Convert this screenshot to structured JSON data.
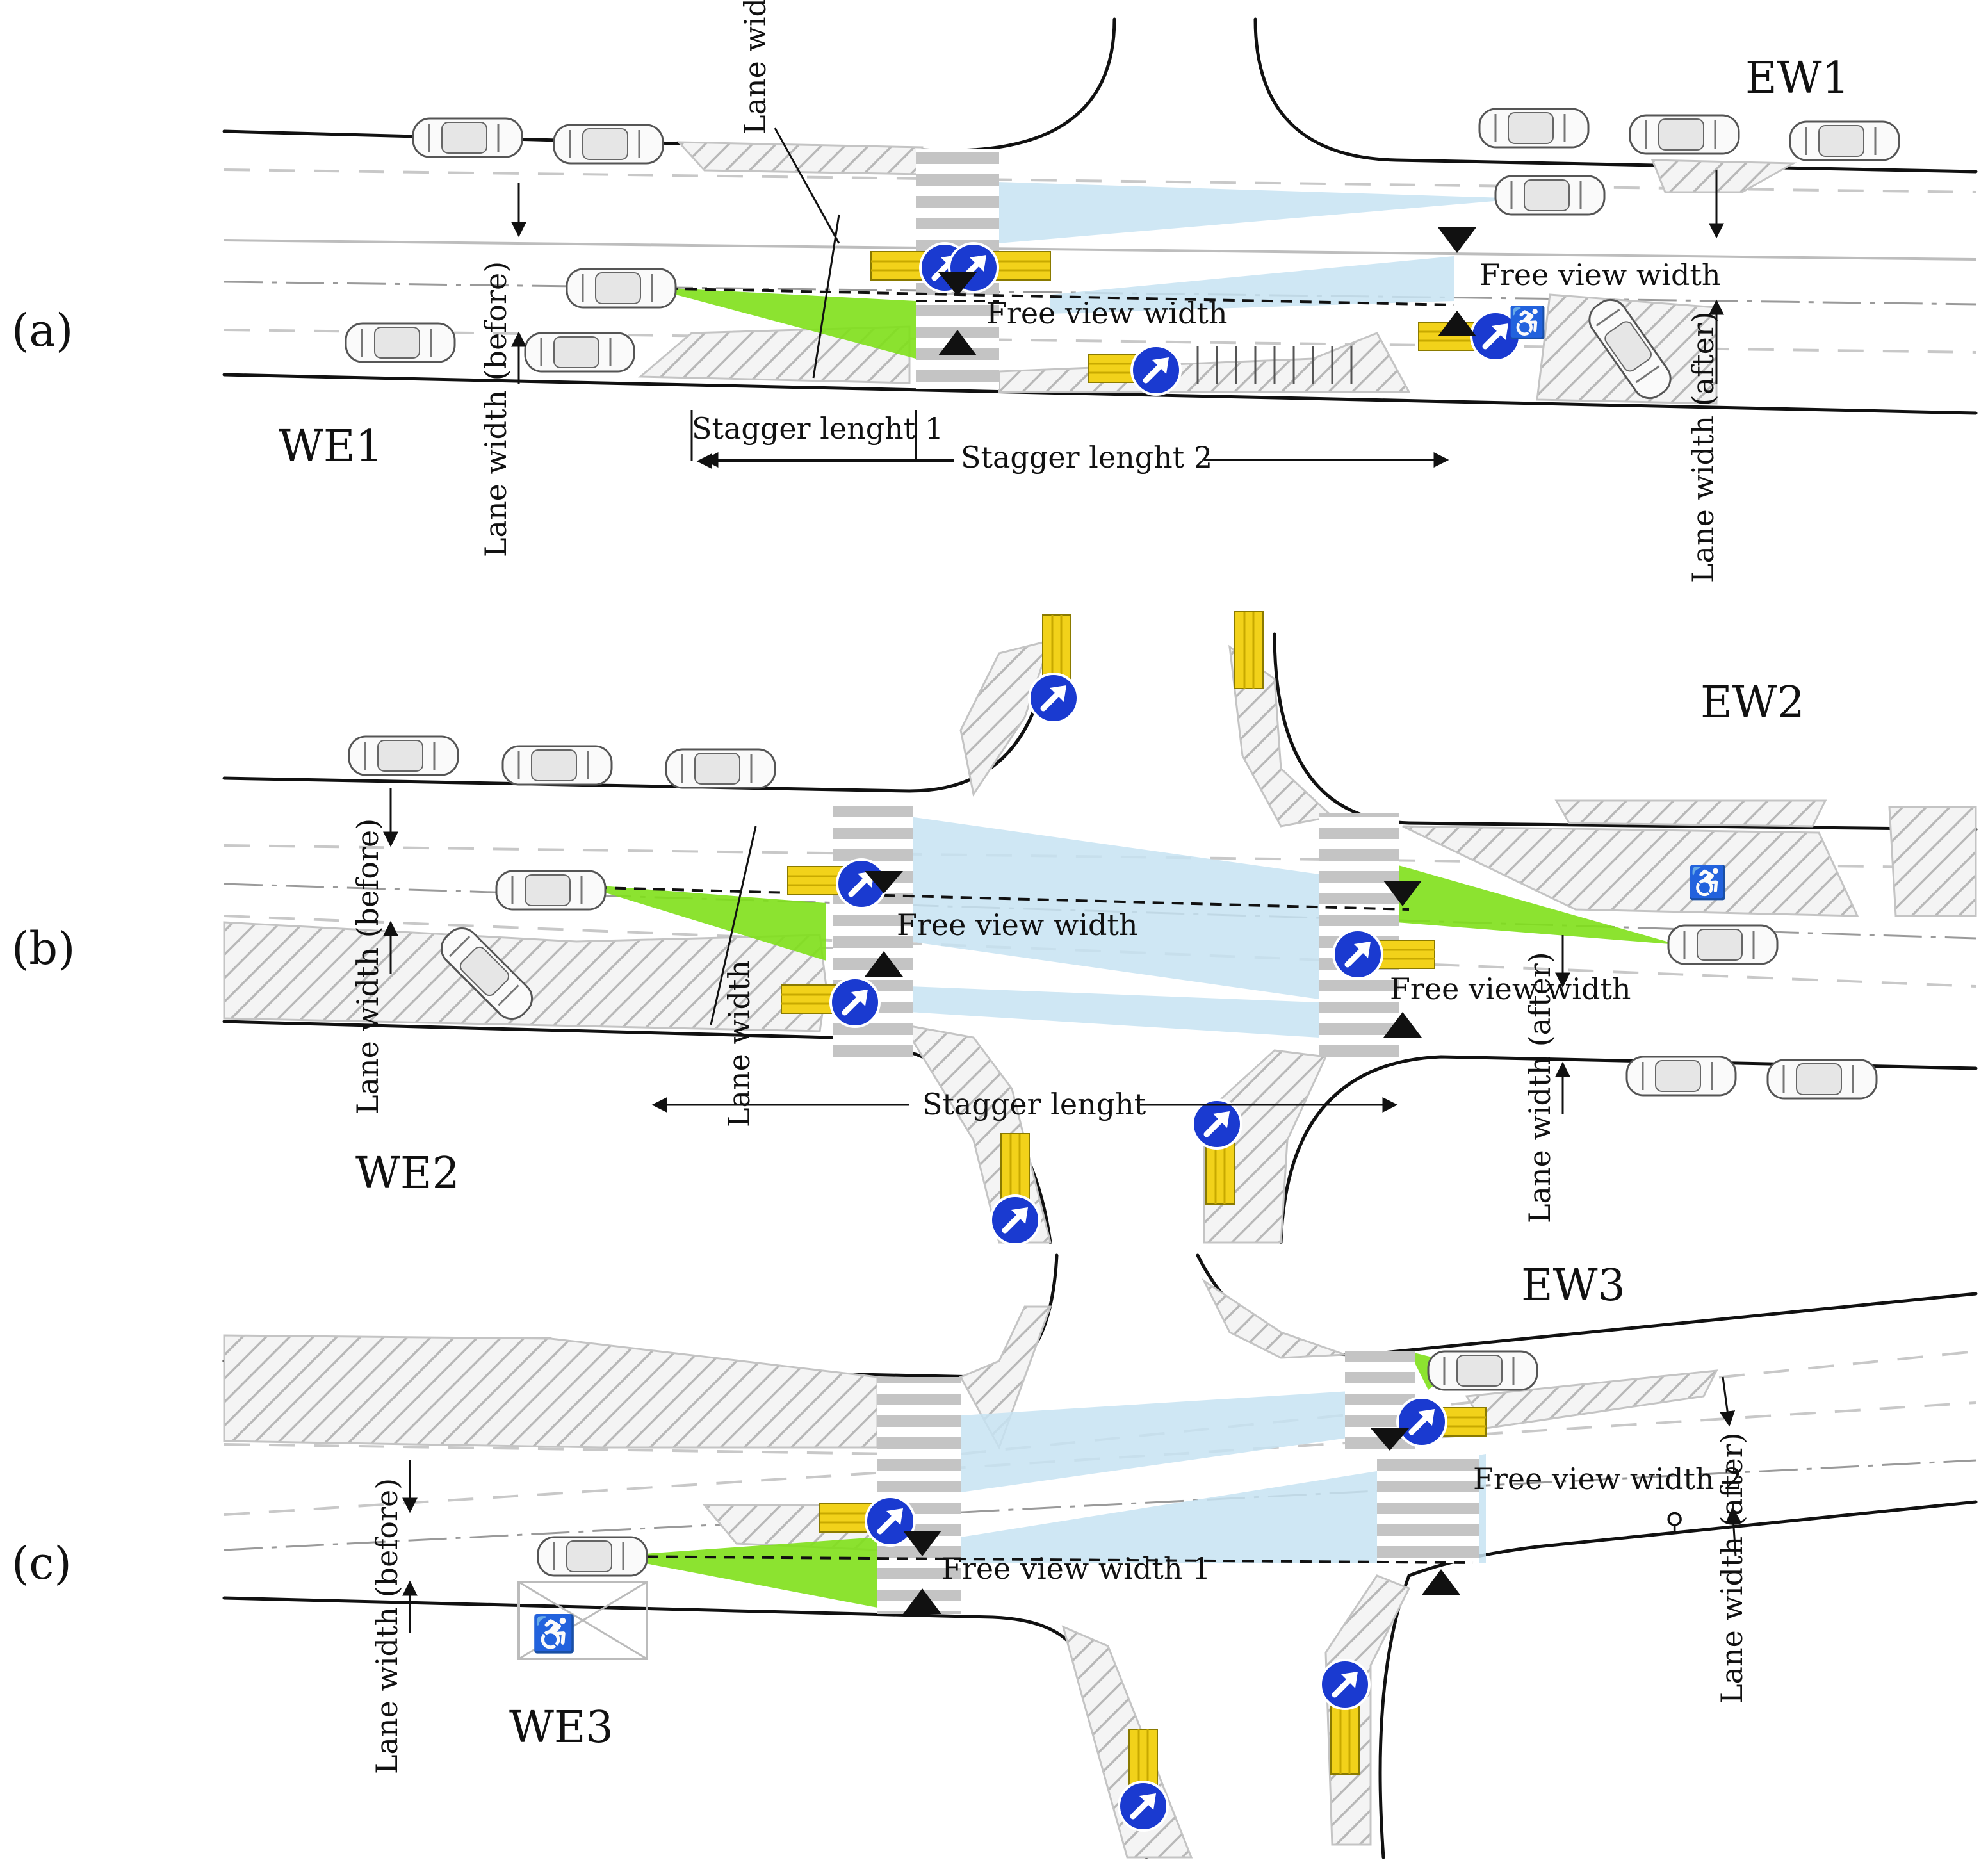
{
  "panels": [
    {
      "letter": "(a)",
      "approach_left": "WE1",
      "approach_right": "EW1",
      "labels": {
        "lane_width": "Lane width",
        "free_view_width_upper": "Free view width",
        "free_view_width_lower": "Free view width",
        "stagger_1": "Stagger lenght 1",
        "stagger_2": "Stagger lenght 2",
        "lane_width_before": "Lane width (before)",
        "lane_width_after": "Lane width (after)"
      }
    },
    {
      "letter": "(b)",
      "approach_left": "WE2",
      "approach_right": "EW2",
      "labels": {
        "free_view_width_upper": "Free view width",
        "free_view_width_lower": "Free view width",
        "lane_width": "Lane width",
        "stagger": "Stagger lenght",
        "lane_width_before": "Lane width (before)",
        "lane_width_after": "Lane width (after)"
      }
    },
    {
      "letter": "(c)",
      "approach_left": "WE3",
      "approach_right": "EW3",
      "labels": {
        "free_view_width_1": "Free view width 1",
        "free_view_width_2": "Free view width 2",
        "lane_width_before": "Lane width (before)",
        "lane_width_after": "Lane width (after)"
      }
    }
  ],
  "colors": {
    "sight_triangle": "#7fe01a",
    "view_area": "#c7e3f2",
    "sign_blue": "#1a3ad0",
    "tactile_yellow": "#f2d21a",
    "hatching": "#bdbdbd"
  },
  "icons": [
    "keep-right-sign-icon",
    "tactile-paving-icon",
    "car-icon",
    "wheelchair-icon",
    "bicycle-icon"
  ]
}
